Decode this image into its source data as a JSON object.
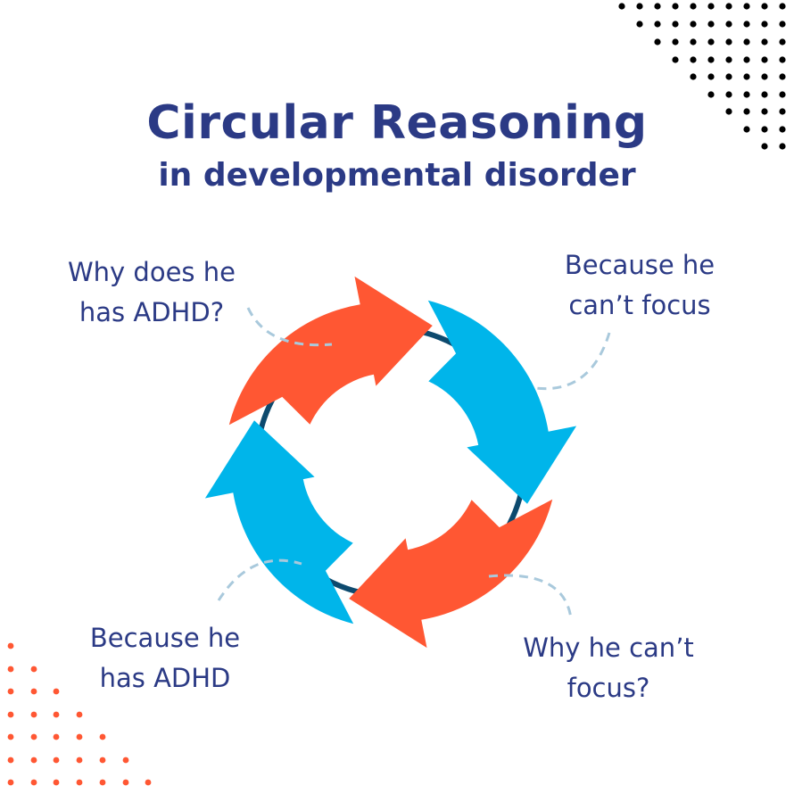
{
  "title": "Circular Reasoning",
  "subtitle": "in developmental disorder",
  "labels": {
    "top_left": [
      "Why does he",
      "has ADHD?"
    ],
    "top_right": [
      "Because he",
      "can’t focus"
    ],
    "bottom_left": [
      "Because he",
      "has ADHD"
    ],
    "bottom_right": [
      "Why he can’t",
      "focus?"
    ]
  },
  "colors": {
    "title": "#2b3a85",
    "orange": "#ff5733",
    "cyan": "#00b5ea",
    "ring": "#0d4a6e",
    "dash": "#a9c9dc",
    "dots_black": "#000000",
    "dots_orange": "#ff5733"
  },
  "arrows": [
    {
      "color": "orange",
      "rotation": 0
    },
    {
      "color": "cyan",
      "rotation": 90
    },
    {
      "color": "orange",
      "rotation": 180
    },
    {
      "color": "cyan",
      "rotation": 270
    }
  ]
}
